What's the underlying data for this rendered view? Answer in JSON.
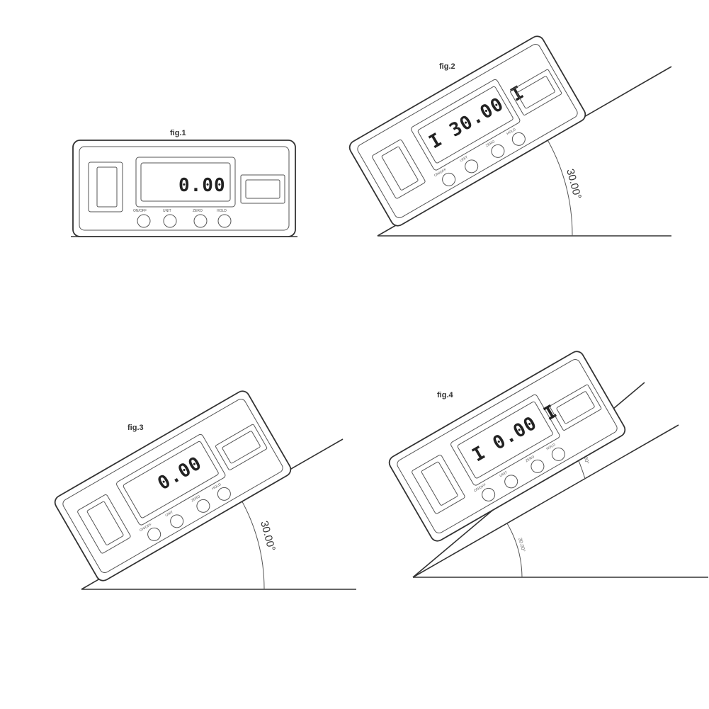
{
  "figures": [
    {
      "label": "fig.1",
      "display": "0.00",
      "angle_label": "",
      "buttons": [
        "ON/OFF",
        "UNIT",
        "ZERO",
        "HOLD"
      ]
    },
    {
      "label": "fig.2",
      "display": "I 30.00 I",
      "angle_label": "30.00°",
      "buttons": [
        "ON/OFF",
        "UNIT",
        "ZERO",
        "HOLD"
      ]
    },
    {
      "label": "fig.3",
      "display": "0.00",
      "angle_label": "30.00°",
      "buttons": [
        "ON/OFF",
        "UNIT",
        "ZERO",
        "HOLD"
      ]
    },
    {
      "label": "fig.4",
      "display": "I 0.00 I",
      "angle_label_upper": "30.00°",
      "angle_label_lower": "30.00°",
      "buttons": [
        "ON/OFF",
        "UNIT",
        "ZERO",
        "HOLD"
      ]
    }
  ],
  "colors": {
    "ink": "#333333",
    "background": "#ffffff"
  }
}
